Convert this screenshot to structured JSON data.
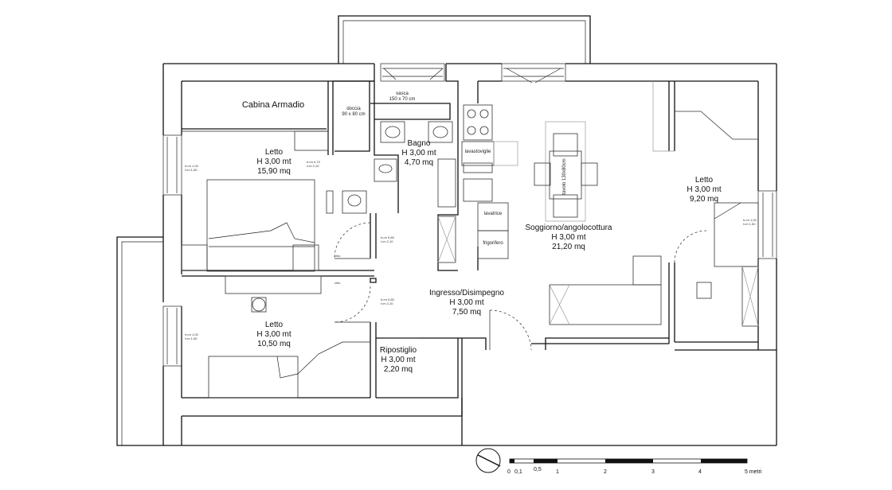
{
  "rooms": {
    "cabina": {
      "name": "Cabina Armadio"
    },
    "letto1": {
      "name": "Letto",
      "height": "H 3,00 mt",
      "area": "15,90 mq"
    },
    "letto2": {
      "name": "Letto",
      "height": "H 3,00 mt",
      "area": "10,50 mq"
    },
    "bagno": {
      "name": "Bagno",
      "height": "H 3,00 mt",
      "area": "4,70 mq"
    },
    "soggiorno": {
      "name": "Soggiorno/angolocottura",
      "height": "H 3,00 mt",
      "area": "21,20 mq"
    },
    "letto3": {
      "name": "Letto",
      "height": "H 3,00 mt",
      "area": "9,20 mq"
    },
    "ingresso": {
      "name": "Ingresso/Disimpegno",
      "height": "H 3,00 mt",
      "area": "7,50 mq"
    },
    "ripostiglio": {
      "name": "Ripostiglio",
      "height": "H 3,00 mt",
      "area": "2,20 mq"
    }
  },
  "fixtures": {
    "doccia": "doccia",
    "doccia_size": "90 x 80 cm",
    "vasca": "vasca",
    "vasca_size": "150 x 70 cm",
    "lavastoviglie": "lavastoviglie",
    "lavatrice": "lavatrice",
    "frigorifero": "frigorifero",
    "tavolo": "tavolo 130x80cm"
  },
  "scale_bar": {
    "labels": [
      "0",
      "0,1",
      "0,5",
      "1",
      "2",
      "3",
      "4",
      "5 metri"
    ]
  }
}
